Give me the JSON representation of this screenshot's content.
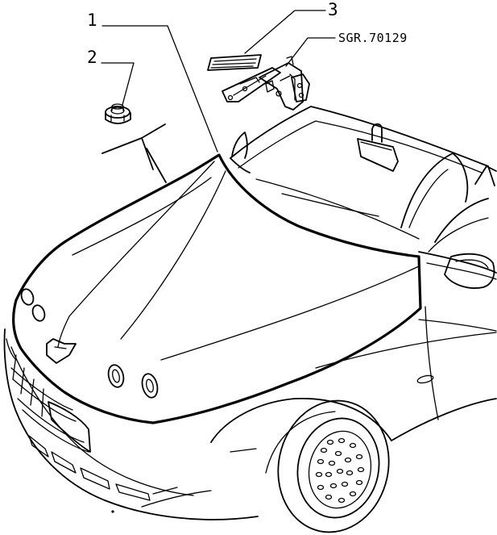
{
  "callouts": {
    "c1": {
      "label": "1"
    },
    "c2": {
      "label": "2"
    },
    "c3": {
      "label": "3"
    },
    "ref": {
      "label": "SGR.70129"
    }
  },
  "colors": {
    "ink": "#000000",
    "paper": "#ffffff"
  },
  "icons": [
    "hood-outline",
    "bolt-nut",
    "hinge-assembly",
    "seal-pad",
    "wheel",
    "mirror"
  ]
}
